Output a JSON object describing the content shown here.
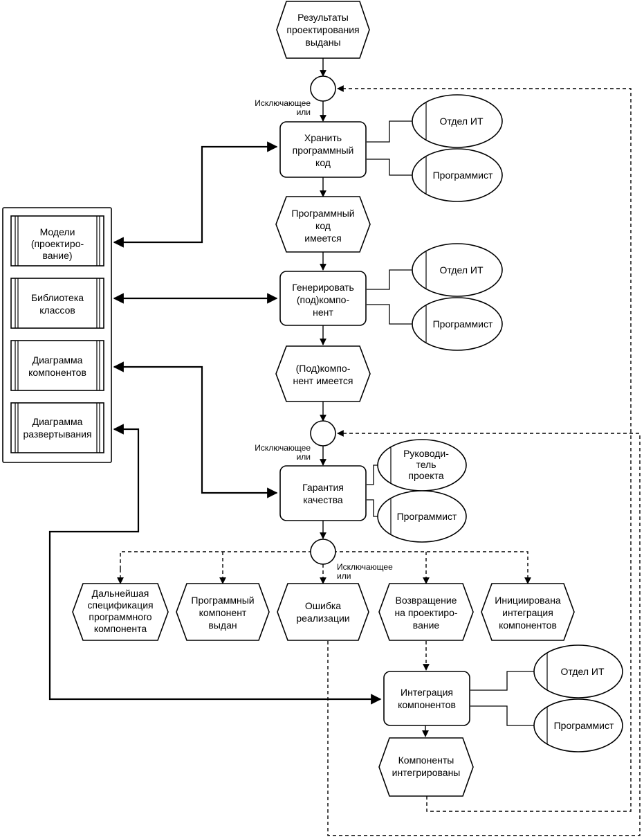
{
  "events": {
    "design_results_issued": [
      "Результаты",
      "проектирования",
      "выданы"
    ],
    "code_exists": [
      "Программный",
      "код",
      "имеется"
    ],
    "subcomponent_exists": [
      "(Под)компо-",
      "нент имеется"
    ],
    "further_specification": [
      "Дальнейшая",
      "спецификация",
      "программного",
      "компонента"
    ],
    "component_issued": [
      "Программный",
      "компонент",
      "выдан"
    ],
    "implementation_error": [
      "Ошибка",
      "реализации"
    ],
    "return_to_design": [
      "Возвращение",
      "на проектиро-",
      "вание"
    ],
    "integration_initiated": [
      "Инициирована",
      "интеграция",
      "компонентов"
    ],
    "components_integrated": [
      "Компоненты",
      "интегрированы"
    ]
  },
  "functions": {
    "store_code": [
      "Хранить",
      "программный",
      "код"
    ],
    "generate_component": [
      "Генерировать",
      "(под)компо-",
      "нент"
    ],
    "quality_assurance": [
      "Гарантия",
      "качества"
    ],
    "integrate_components": [
      "Интеграция",
      "компонентов"
    ]
  },
  "roles": {
    "it_department": "Отдел ИТ",
    "programmer": "Программист",
    "project_manager": [
      "Руководи-",
      "тель",
      "проекта"
    ]
  },
  "connectors": {
    "xor_top": [
      "Исключающее",
      "или"
    ],
    "xor_middle": [
      "Исключающее",
      "или"
    ],
    "xor_bottom": [
      "Исключающее",
      "или"
    ]
  },
  "documents": {
    "models": [
      "Модели",
      "(проектиро-",
      "вание)"
    ],
    "class_library": [
      "Библиотека",
      "классов"
    ],
    "component_diagram": [
      "Диаграмма",
      "компонентов"
    ],
    "deployment_diagram": [
      "Диаграмма",
      "развертывания"
    ]
  }
}
